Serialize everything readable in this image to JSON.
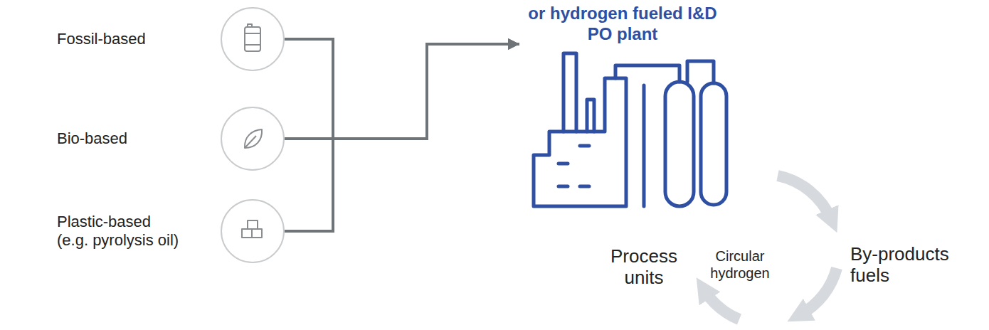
{
  "diagram": {
    "nodes": [
      {
        "text": [
          "Fossil-based"
        ]
      },
      {
        "text": [
          "Bio-based"
        ]
      },
      {
        "text": [
          "Plastic-based (e.g. pyrolysis oil)"
        ]
      },
      {
        "text": [
          "or hydrogen fueled I&D PO plant",
          "Process units",
          "Circular hydrogen"
        ]
      }
    ],
    "edges": [
      {
        "from": 0,
        "to": 3,
        "arrow": "to"
      },
      {
        "from": 1,
        "to": 3,
        "arrow": "to"
      },
      {
        "from": 2,
        "to": 3,
        "arrow": "to"
      }
    ],
    "labels": [
      "By-products fuels"
    ]
  }
}
